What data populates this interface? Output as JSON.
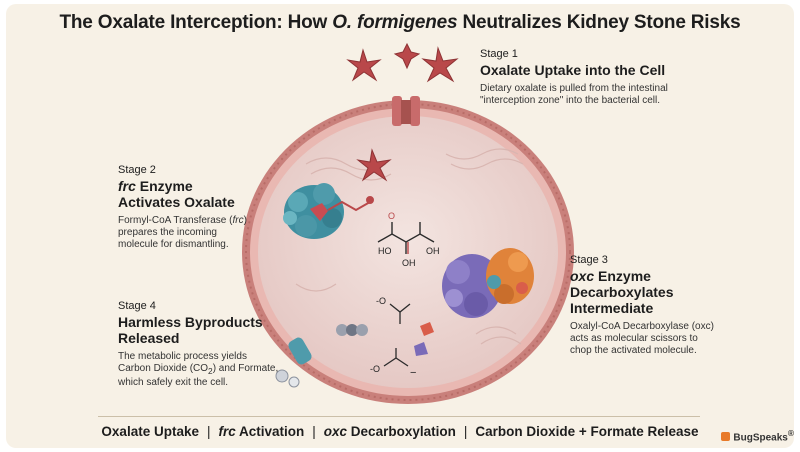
{
  "title": {
    "prefix": "The Oxalate Interception: How ",
    "organism": "O. formigenes",
    "suffix": " Neutralizes Kidney Stone Risks"
  },
  "stages": {
    "s1": {
      "num": "Stage 1",
      "head": "Oxalate Uptake into the Cell",
      "desc_line1": "Dietary oxalate is pulled from the intestinal",
      "desc_line2": "\"interception zone\" into the bacterial cell."
    },
    "s2": {
      "num": "Stage 2",
      "head_enzyme": "frc",
      "head_rest": " Enzyme",
      "head_line2": "Activates Oxalate",
      "desc_a": "Formyl-CoA Transferase (",
      "desc_abbr": "frc",
      "desc_b": ")",
      "desc_line2": "prepares the incoming",
      "desc_line3": "molecule for dismantling."
    },
    "s3": {
      "num": "Stage 3",
      "head_enzyme": "oxc",
      "head_rest": " Enzyme",
      "head_line2": "Decarboxylates",
      "head_line3": "Intermediate",
      "desc_line1": "Oxalyl-CoA Decarboxylase (oxc)",
      "desc_line2": "acts as molecular scissors to",
      "desc_line3": "chop the activated molecule."
    },
    "s4": {
      "num": "Stage 4",
      "head_line1": "Harmless Byproducts",
      "head_line2": "Released",
      "desc_line1": "The metabolic process yields",
      "desc_line2a": "Carbon Dioxide (CO",
      "desc_sub": "2",
      "desc_line2b": ") and Formate,",
      "desc_line3": "which safely exit the cell."
    }
  },
  "molecule_labels": {
    "oh1": "OH",
    "oh2": "OH",
    "ho": "HO",
    "o": "O",
    "minus1": "-O",
    "minus2": "-O",
    "charge": "−"
  },
  "footer": {
    "item1": "Oxalate Uptake",
    "item2_em": "frc",
    "item2_rest": " Activation",
    "item3_em": "oxc",
    "item3_rest": " Decarboxylation",
    "item4": "Carbon Dioxide + Formate Release",
    "separator": "|"
  },
  "brand": {
    "name": "BugSpeaks",
    "mark": "®"
  },
  "colors": {
    "cell_fill": "#ead2cf",
    "membrane": "#c9807b",
    "enzyme_frc": "#3f8fa0",
    "enzyme_oxc_purple": "#7a6bb8",
    "enzyme_oxc_orange": "#e0833a",
    "oxalate_star": "#b9484a"
  }
}
